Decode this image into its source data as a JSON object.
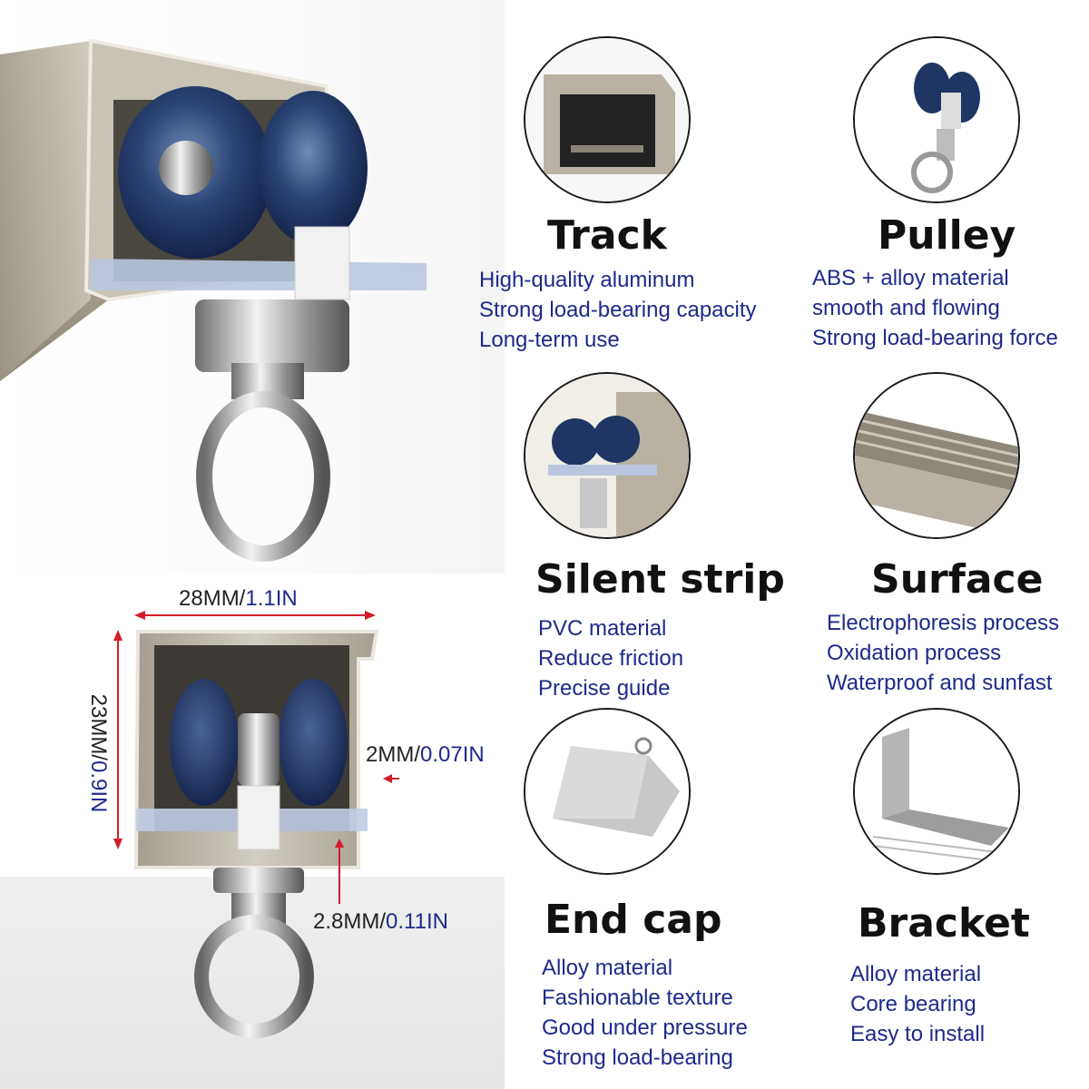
{
  "dimensions": {
    "width_mm": "28MM/",
    "width_in": "1.1IN",
    "height_mm": "23MM/",
    "height_in": "0.9IN",
    "wall_mm": "2MM/",
    "wall_in": "0.07IN",
    "lip_mm": "2.8MM/",
    "lip_in": "0.11IN"
  },
  "features": [
    {
      "title": "Track",
      "lines": [
        "High-quality aluminum",
        "Strong load-bearing capacity",
        "Long-term use"
      ]
    },
    {
      "title": "Pulley",
      "lines": [
        "ABS + alloy material",
        "smooth and flowing",
        "Strong load-bearing force"
      ]
    },
    {
      "title": "Silent strip",
      "lines": [
        "PVC material",
        "Reduce friction",
        "Precise guide"
      ]
    },
    {
      "title": "Surface",
      "lines": [
        "Electrophoresis process",
        "Oxidation process",
        "Waterproof and sunfast"
      ]
    },
    {
      "title": "End cap",
      "lines": [
        "Alloy material",
        "Fashionable texture",
        "Good under pressure",
        "Strong load-bearing"
      ]
    },
    {
      "title": "Bracket",
      "lines": [
        "Alloy material",
        "Core bearing",
        "Easy to install"
      ]
    }
  ],
  "colors": {
    "accent_text": "#1d2a8a",
    "dimension_arrow": "#d21c2a",
    "wheel": "#1f3564",
    "aluminum": "#b7b0a2"
  },
  "icons": [
    "track-icon",
    "pulley-icon",
    "silent-strip-icon",
    "surface-icon",
    "end-cap-icon",
    "bracket-icon"
  ]
}
